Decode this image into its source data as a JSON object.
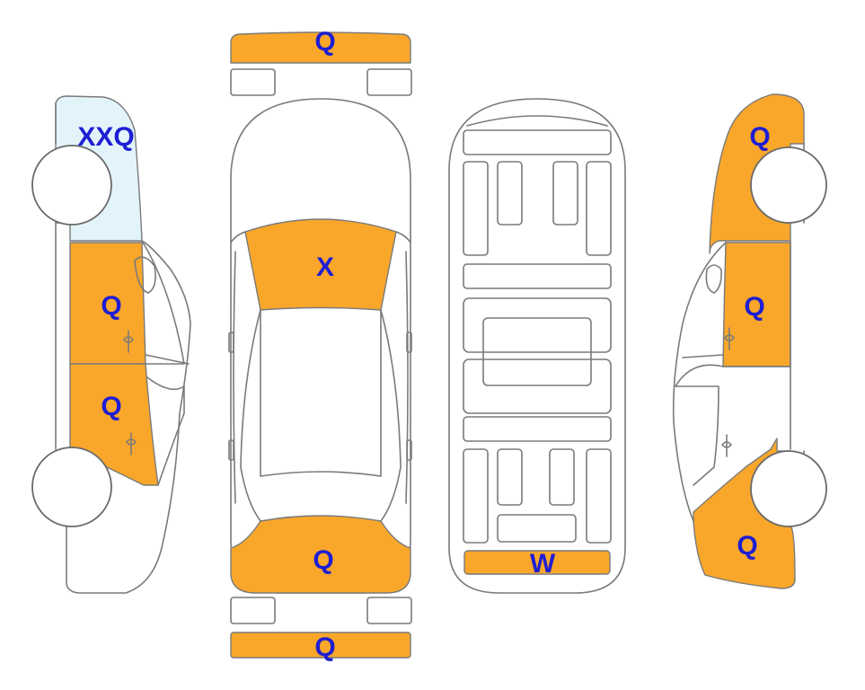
{
  "colors": {
    "damaged": "#F9A72B",
    "highlight": "#E2F4FA",
    "label": "#1E1ED2",
    "outline": "#7a7a7a"
  },
  "labels": {
    "front_bumper": "Q",
    "hood": "X",
    "trunk_lid": "Q",
    "rear_bumper": "Q",
    "floor_rear_panel": "W",
    "left_front_fender": "XXQ",
    "left_front_door": "Q",
    "left_rear_door": "Q",
    "right_rear_fender": "Q",
    "right_rear_door": "Q",
    "right_front_fender": "Q"
  }
}
